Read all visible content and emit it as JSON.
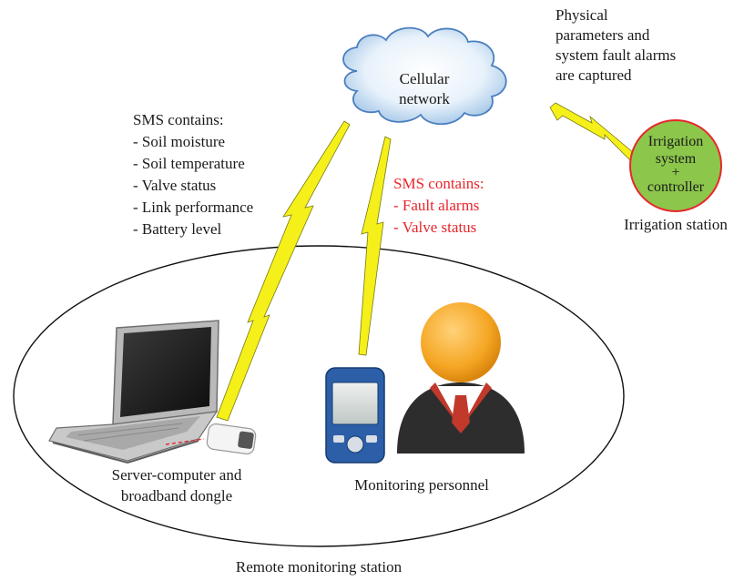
{
  "cloud": {
    "line1": "Cellular",
    "line2": "network"
  },
  "top_right_note": {
    "lines": [
      "Physical",
      "parameters and",
      "system fault alarms",
      "are captured"
    ]
  },
  "sms_left": {
    "header": "SMS contains:",
    "items": [
      "- Soil moisture",
      "- Soil temperature",
      "- Valve status",
      "- Link performance",
      "- Battery level"
    ]
  },
  "sms_right": {
    "header": "SMS contains:",
    "items": [
      "- Fault alarms",
      "- Valve status"
    ],
    "color": "#e8262b"
  },
  "irrigation": {
    "circle_lines": [
      "Irrigation",
      "system",
      "+",
      "controller"
    ],
    "label": "Irrigation station",
    "fill": "#8cc64b",
    "border": "#e8262b"
  },
  "server_label": {
    "line1": "Server-computer and",
    "line2": "broadband dongle"
  },
  "personnel_label": "Monitoring personnel",
  "station_label": "Remote monitoring station",
  "bolt_color": "#f5f01a"
}
